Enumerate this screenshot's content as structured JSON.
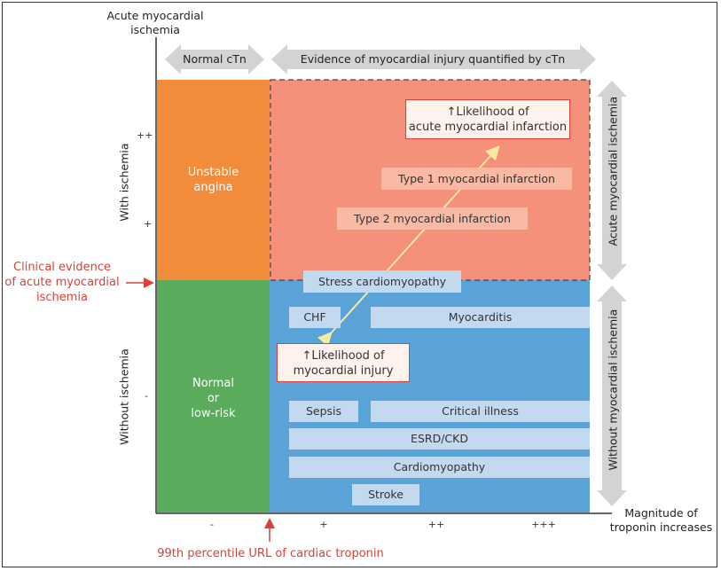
{
  "axes": {
    "y_title": "Acute myocardial\nischemia",
    "x_title": "Magnitude of\ntroponin increases",
    "y_band_top": "With ischemia",
    "y_band_bottom": "Without ischemia",
    "y_ticks": [
      "++",
      "+",
      "-"
    ],
    "x_ticks": [
      "-",
      "+",
      "++",
      "+++"
    ]
  },
  "top_arrows": {
    "normal": "Normal cTn",
    "evidence": "Evidence of myocardial injury quantified by cTn"
  },
  "right_arrows": {
    "acute": "Acute myocardial ischemia",
    "without": "Without myocardial ischemia"
  },
  "zones": {
    "unstable_angina": "Unstable\nangina",
    "normal_low_risk": "Normal\nor\nlow-risk"
  },
  "bars": {
    "type1": "Type 1 myocardial infarction",
    "type2": "Type 2 myocardial infarction",
    "stress": "Stress cardiomyopathy",
    "chf": "CHF",
    "myocarditis": "Myocarditis",
    "sepsis": "Sepsis",
    "critical": "Critical illness",
    "esrd": "ESRD/CKD",
    "cardiomyopathy": "Cardiomyopathy",
    "stroke": "Stroke"
  },
  "boxes": {
    "ami": "↑Likelihood of\nacute myocardial infarction",
    "injury": "↑Likelihood of\nmyocardial injury"
  },
  "annotations": {
    "clinical": "Clinical evidence\nof acute myocardial\nischemia",
    "percentile": "99th percentile URL of cardiac troponin"
  },
  "colors": {
    "orange": "#f28c3a",
    "salmon": "#f5907a",
    "green": "#5bab5c",
    "blue": "#5aa3d8",
    "light_blue": "#c3d9ef",
    "light_salmon": "#f9b9a4",
    "gray_arrow": "#d3d3d3",
    "red": "#d9413a",
    "yellow_arrow": "#f8e9a2"
  }
}
